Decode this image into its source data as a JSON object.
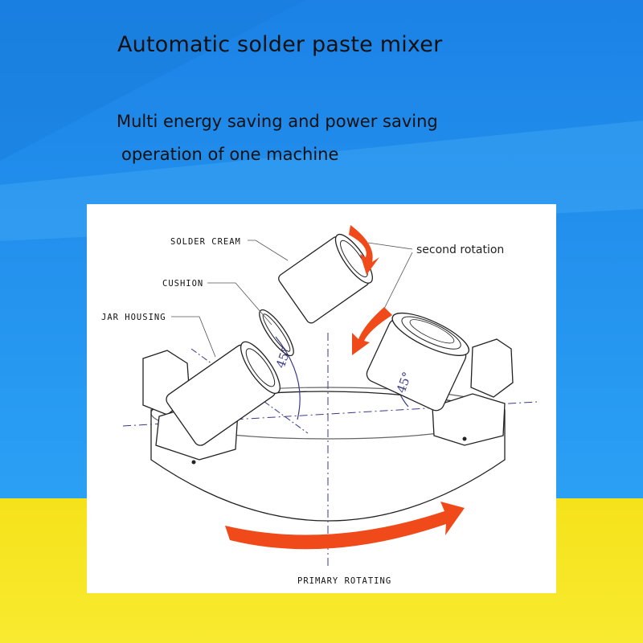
{
  "heading": "Automatic solder paste mixer",
  "subtitle_line1": "Multi energy saving and power saving",
  "subtitle_line2": "operation of one machine",
  "diagram": {
    "labels": {
      "solder_cream": "SOLDER CREAM",
      "cushion": "CUSHION",
      "jar_housing": "JAR HOUSING",
      "second_rotation": "second rotation",
      "primary_rotating": "PRIMARY ROTATING",
      "angle_left": "45°",
      "angle_right": "45°"
    }
  },
  "colors": {
    "bg_blue": "#1a86e8",
    "bg_blue_light": "#2f9ff5",
    "bg_yellow": "#f7e51a",
    "arrow_red": "#f04a1a",
    "axis_blue": "#3a3a8a"
  }
}
